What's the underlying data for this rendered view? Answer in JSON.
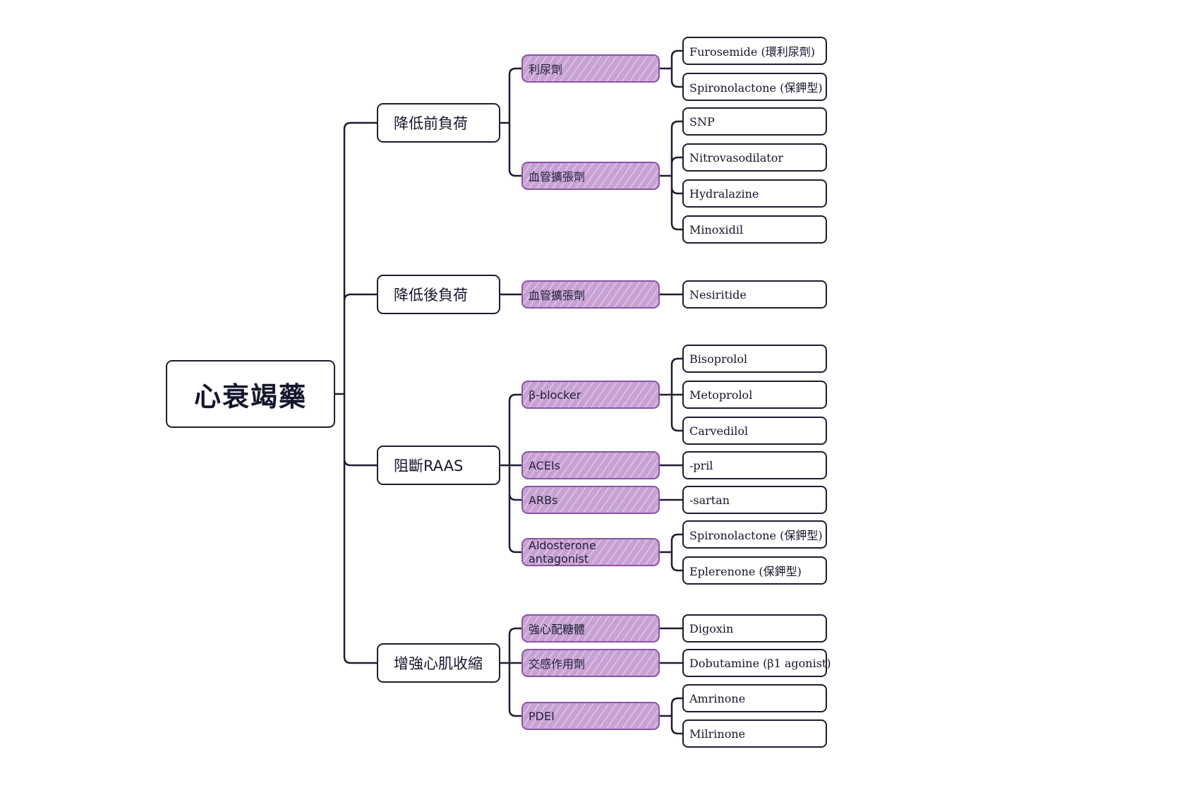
{
  "title": "心衰竭藥",
  "branches": [
    {
      "label": "降低前負荷",
      "groups": [
        {
          "label": "利尿劑",
          "drugs": [
            "Furosemide (環利尿劑)",
            "Spironolactone (保鉀型)"
          ]
        },
        {
          "label": "血管擴張劑",
          "drugs": [
            "SNP",
            "Nitrovasodilator",
            "Hydralazine",
            "Minoxidil"
          ]
        }
      ]
    },
    {
      "label": "降低後負荷",
      "groups": [
        {
          "label": "血管擴張劑",
          "drugs": [
            "Nesiritide"
          ]
        }
      ]
    },
    {
      "label": "阻斷RAAS",
      "groups": [
        {
          "label": "β-blocker",
          "drugs": [
            "Bisoprolol",
            "Metoprolol",
            "Carvedilol"
          ]
        },
        {
          "label": "ACEIs",
          "drugs": [
            "-pril"
          ]
        },
        {
          "label": "ARBs",
          "drugs": [
            "-sartan"
          ]
        },
        {
          "label": "Aldosterone antagonist",
          "drugs": [
            "Spironolactone (保鉀型)",
            "Eplerenone (保鉀型)"
          ]
        }
      ]
    },
    {
      "label": "增強心肌收縮",
      "groups": [
        {
          "label": "強心配糖體",
          "drugs": [
            "Digoxin"
          ]
        },
        {
          "label": "交感作用劑",
          "drugs": [
            "Dobutamine (β1 agonist)"
          ]
        },
        {
          "label": "PDEI",
          "drugs": [
            "Amrinone",
            "Milrinone"
          ]
        }
      ]
    }
  ],
  "colors": {
    "line": "#1c1d33",
    "group_fill": "#c7a1d4",
    "group_border": "#8a55a6"
  }
}
